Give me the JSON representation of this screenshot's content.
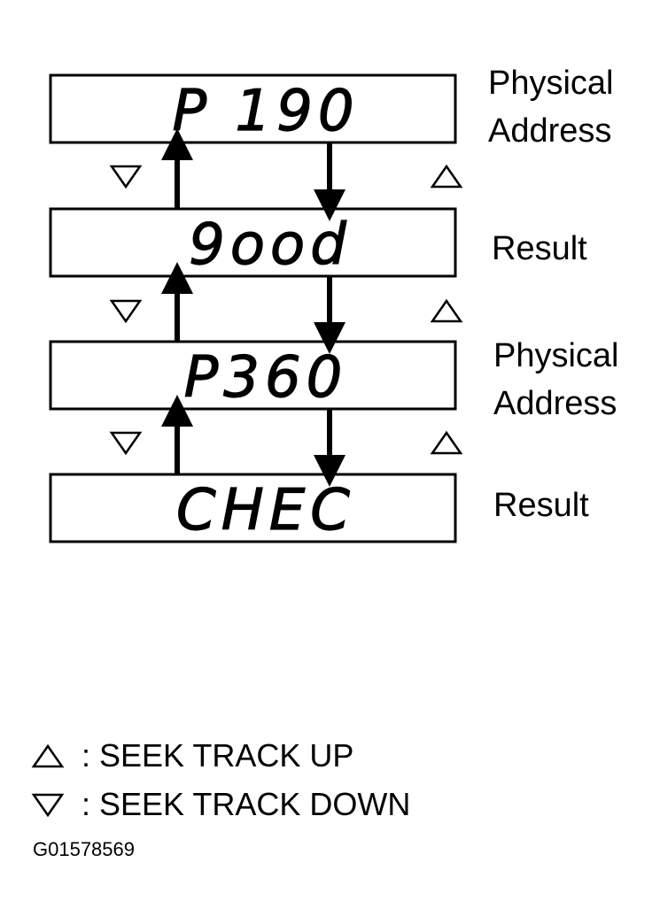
{
  "displays": [
    {
      "text": "P 190",
      "label_lines": [
        "Physical",
        "Address"
      ]
    },
    {
      "text": "9ood",
      "label_lines": [
        "Result"
      ]
    },
    {
      "text": "P360",
      "label_lines": [
        "Physical",
        "Address"
      ]
    },
    {
      "text": "CHEC",
      "label_lines": [
        "Result"
      ]
    }
  ],
  "legend": {
    "up": {
      "symbol": "△",
      "text": ": SEEK TRACK UP"
    },
    "down": {
      "symbol": "▽",
      "text": ": SEEK TRACK DOWN"
    }
  },
  "figure_id": "G01578569"
}
